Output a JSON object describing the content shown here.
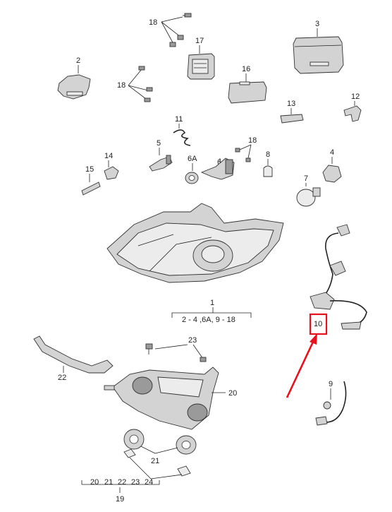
{
  "callouts": {
    "c18a": "18",
    "c17": "17",
    "c3": "3",
    "c2": "2",
    "c18b": "18",
    "c16": "16",
    "c13": "13",
    "c12": "12",
    "c11": "11",
    "c5": "5",
    "c6": "6",
    "c18c": "18",
    "c14": "14",
    "c8": "8",
    "c4": "4",
    "c6a": "6A",
    "c15": "15",
    "c7": "7",
    "c1": "1",
    "c10": "10",
    "c23": "23",
    "c22": "22",
    "c20": "20",
    "c9": "9",
    "c21": "21",
    "c19": "19"
  },
  "group1_list": "2 - 4  ,6A, 9 - 18",
  "group19_list": [
    "20",
    "21",
    "22",
    "23",
    "24"
  ],
  "highlight_color": "#e8101a",
  "line_color": "#222222"
}
